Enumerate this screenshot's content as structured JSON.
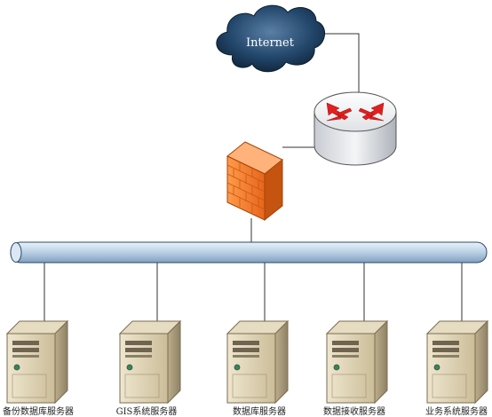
{
  "cloud": {
    "label": "Internet"
  },
  "servers": [
    {
      "label": "备份数据库服务器"
    },
    {
      "label": "GIS系统服务器"
    },
    {
      "label": "数据库服务器"
    },
    {
      "label": "数据接收服务器"
    },
    {
      "label": "业务系统服务器"
    }
  ],
  "colors": {
    "cloud_fill": "#1d3a57",
    "bus_fill": "#c9dcec",
    "firewall": "#f07c2a",
    "router_arrows": "#e02020",
    "server_body": "#d9cdb0"
  },
  "icons": [
    "cloud-icon",
    "router-icon",
    "firewall-icon",
    "server-icon"
  ]
}
